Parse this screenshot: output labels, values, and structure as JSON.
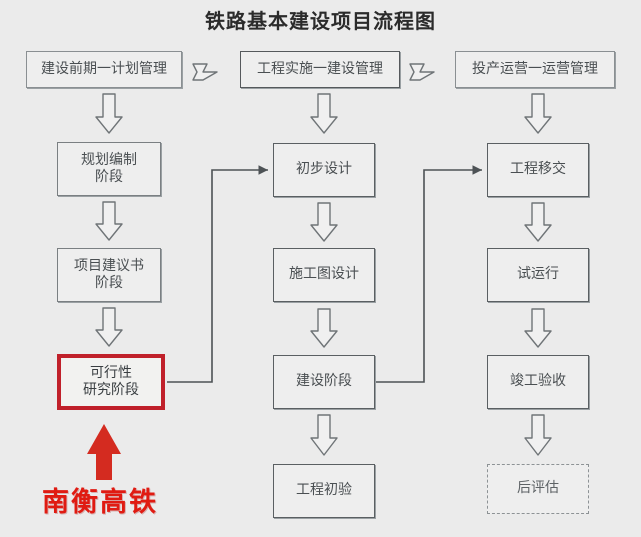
{
  "title": "铁路基本建设项目流程图",
  "background_color": "#ebebeb",
  "highlight_color": "#c0202a",
  "phases": [
    {
      "label": "建设前期一计划管理"
    },
    {
      "label": "工程实施一建设管理"
    },
    {
      "label": "投产运营一运营管理"
    }
  ],
  "phase_separator_icon": "chevron-right-arrow-icon",
  "columns": [
    {
      "name": "planning-column",
      "steps": [
        {
          "name": "planning-stage",
          "lines": [
            "规划编制",
            "阶段"
          ],
          "highlighted": false,
          "dashed": false
        },
        {
          "name": "project-proposal-stage",
          "lines": [
            "项目建议书",
            "阶段"
          ],
          "highlighted": false,
          "dashed": false
        },
        {
          "name": "feasibility-study-stage",
          "lines": [
            "可行性",
            "研究阶段"
          ],
          "highlighted": true,
          "dashed": false
        }
      ]
    },
    {
      "name": "construction-column",
      "steps": [
        {
          "name": "preliminary-design",
          "lines": [
            "初步设计"
          ],
          "highlighted": false,
          "dashed": false
        },
        {
          "name": "construction-drawing-design",
          "lines": [
            "施工图设计"
          ],
          "highlighted": false,
          "dashed": false
        },
        {
          "name": "construction-stage",
          "lines": [
            "建设阶段"
          ],
          "highlighted": false,
          "dashed": false
        },
        {
          "name": "initial-inspection",
          "lines": [
            "工程初验"
          ],
          "highlighted": false,
          "dashed": false
        }
      ]
    },
    {
      "name": "operation-column",
      "steps": [
        {
          "name": "project-handover",
          "lines": [
            "工程移交"
          ],
          "highlighted": false,
          "dashed": false
        },
        {
          "name": "trial-operation",
          "lines": [
            "试运行"
          ],
          "highlighted": false,
          "dashed": false
        },
        {
          "name": "completion-acceptance",
          "lines": [
            "竣工验收"
          ],
          "highlighted": false,
          "dashed": false
        },
        {
          "name": "post-evaluation",
          "lines": [
            "后评估"
          ],
          "highlighted": false,
          "dashed": true
        }
      ]
    }
  ],
  "annotation": {
    "label": "南衡高铁",
    "color": "#e01b12",
    "arrow_icon": "red-up-arrow-icon",
    "points_to": "feasibility-study-stage"
  },
  "down_arrow_icon": "hollow-down-arrow-icon",
  "connector_icon": "elbow-connector-arrow-icon"
}
